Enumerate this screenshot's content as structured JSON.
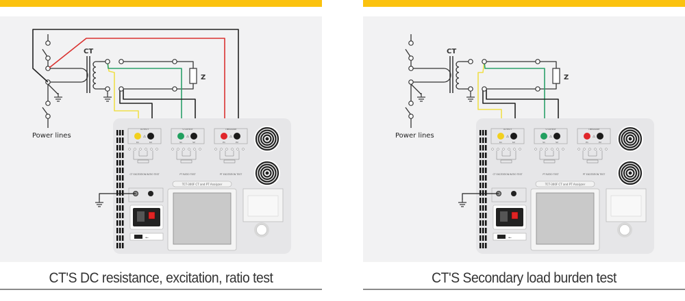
{
  "colors": {
    "accent_bar": "#fbc20f",
    "wire_red": "#d9312f",
    "wire_yellow": "#f0df4a",
    "wire_green": "#2aa06a",
    "wire_black": "#222222"
  },
  "panels": [
    {
      "id": "left",
      "caption": "CT'S DC resistance, excitation, ratio  test",
      "ct_label": "CT",
      "z_label": "Z",
      "power_lines_label": "Power lines",
      "variant": "dc-excitation-ratio"
    },
    {
      "id": "right",
      "caption": "CT'S Secondary load burden test",
      "ct_label": "CT",
      "z_label": "Z",
      "power_lines_label": "Power lines",
      "variant": "secondary-burden"
    }
  ],
  "device": {
    "model_label": "TCT-300F  CT and PT Analyzer",
    "terminal_groups": [
      {
        "title": "OUTPUT",
        "terminals": [
          "K1",
          "K2"
        ],
        "colors": [
          "#f2d01e",
          "#1b1b1b"
        ]
      },
      {
        "title": "V OUTPUT",
        "terminals": [
          "S1",
          "S2"
        ],
        "colors": [
          "#22a060",
          "#1b1b1b"
        ]
      },
      {
        "title": "I MEASURE",
        "terminals": [
          "P1",
          "P2"
        ],
        "colors": [
          "#e0262b",
          "#1b1b1b"
        ]
      }
    ],
    "test_diagrams": [
      "CT EXCITATION RATIO TEST",
      "PT RATIO TEST",
      "PT EXCITATION TEST"
    ]
  }
}
